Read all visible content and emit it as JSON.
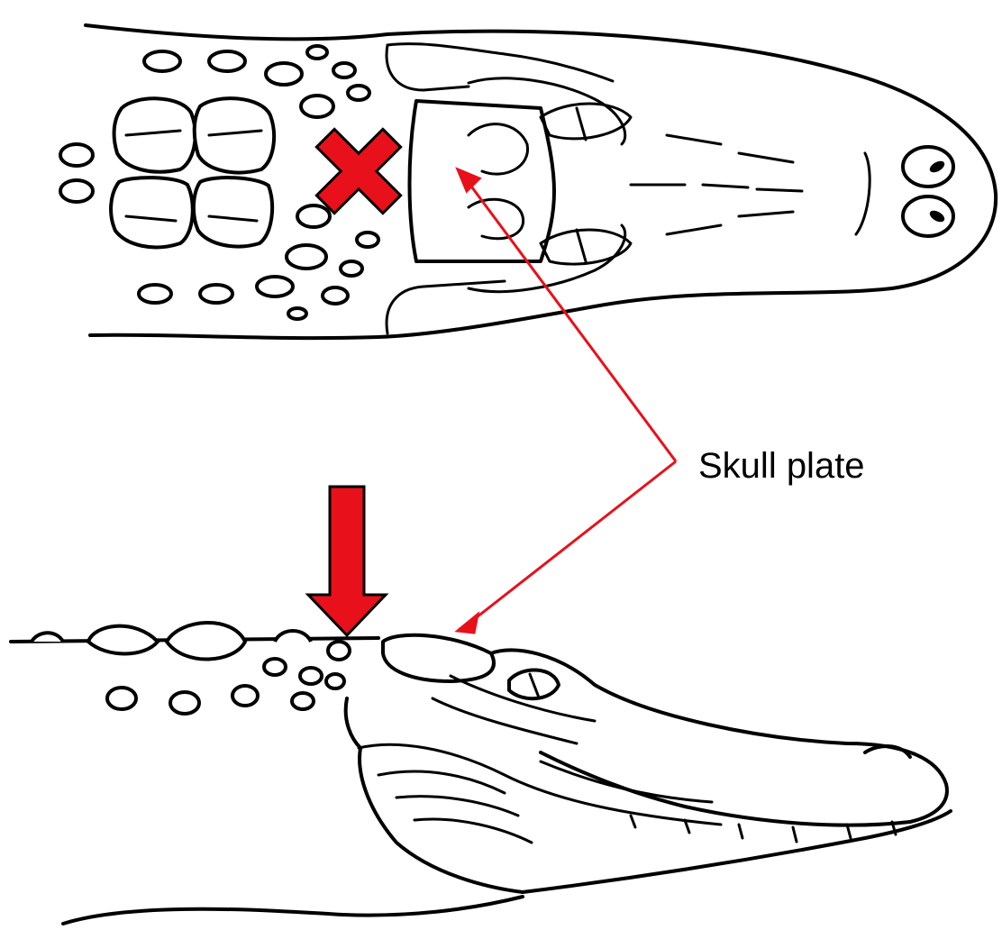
{
  "annotation": {
    "label": "Skull plate",
    "color": "#E8101A"
  },
  "markers": {
    "x_mark": {
      "symbol": "cross",
      "color": "#E8101A"
    },
    "down_arrow": {
      "symbol": "arrow-down",
      "color": "#E8101A"
    }
  }
}
